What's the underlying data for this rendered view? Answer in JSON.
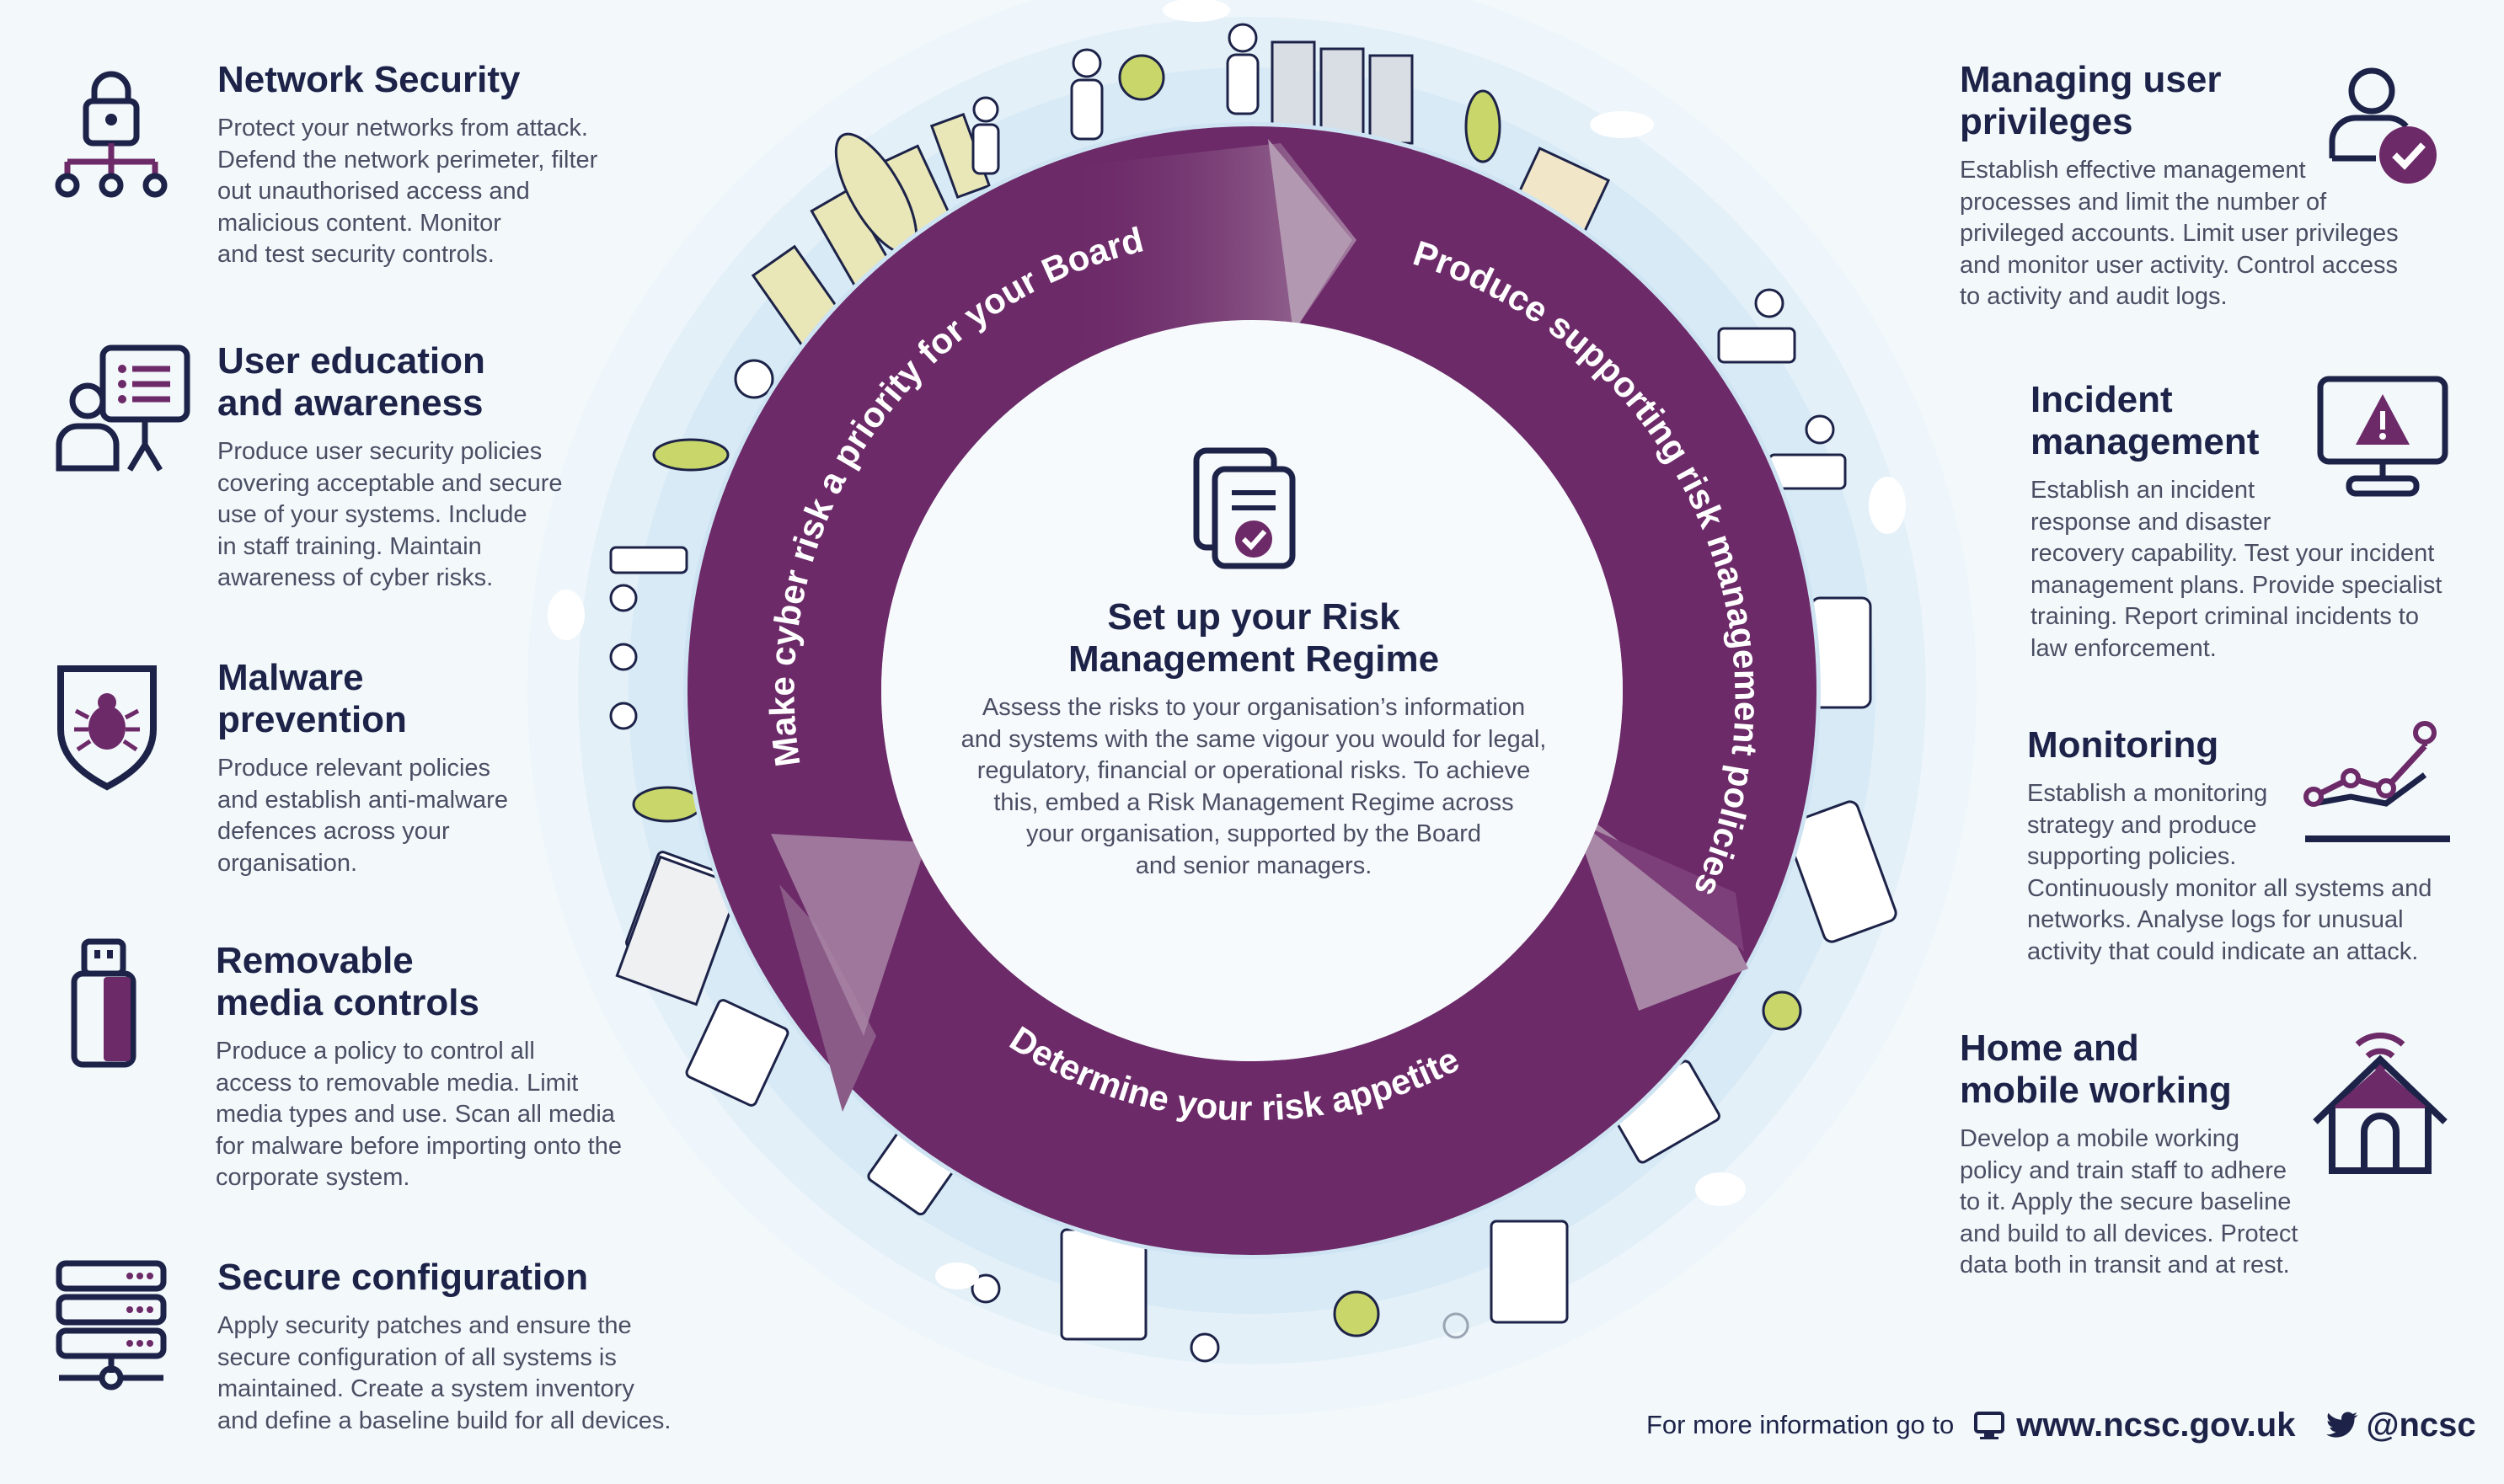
{
  "left_items": [
    {
      "title": "Network Security",
      "body": "Protect your networks from attack.\nDefend the network perimeter, filter\nout unauthorised access and\nmalicious content. Monitor\nand test security controls.",
      "icon": "network-lock-icon"
    },
    {
      "title": "User education\nand awareness",
      "body": "Produce user security policies\ncovering acceptable and secure\nuse of your systems. Include\nin staff training. Maintain\nawareness of cyber risks.",
      "icon": "presentation-user-icon"
    },
    {
      "title": "Malware\nprevention",
      "body": "Produce relevant policies\nand establish anti-malware\ndefences across your\norganisation.",
      "icon": "shield-bug-icon"
    },
    {
      "title": "Removable\nmedia controls",
      "body": "Produce a policy to control all\naccess to removable media. Limit\nmedia types and use. Scan all media\nfor malware before importing onto the\ncorporate system.",
      "icon": "usb-drive-icon"
    },
    {
      "title": "Secure configuration",
      "body": "Apply security patches and ensure the\nsecure configuration of all systems is\nmaintained. Create a system inventory\nand define a baseline build for all devices.",
      "icon": "server-stack-icon"
    }
  ],
  "right_items": [
    {
      "title": "Managing user\nprivileges",
      "body": "Establish effective management\nprocesses and limit the number of\nprivileged accounts. Limit user privileges\nand monitor user activity. Control access\nto activity and audit logs.",
      "icon": "user-check-icon"
    },
    {
      "title": "Incident\nmanagement",
      "body": "Establish an incident\nresponse and disaster\nrecovery capability. Test your incident\nmanagement plans. Provide specialist\ntraining. Report criminal incidents to\nlaw enforcement.",
      "icon": "monitor-warning-icon"
    },
    {
      "title": "Monitoring",
      "body": "Establish a monitoring\nstrategy and produce\nsupporting policies.\nContinuously monitor all systems and\nnetworks. Analyse logs for unusual\nactivity that could indicate an attack.",
      "icon": "line-graph-icon"
    },
    {
      "title": "Home and\nmobile working",
      "body": "Develop a mobile working\npolicy and train staff to adhere\nto it. Apply the secure baseline\nand build to all devices. Protect\ndata both in transit and at rest.",
      "icon": "home-wifi-icon"
    }
  ],
  "center": {
    "title": "Set up your Risk\nManagement Regime",
    "body": "Assess the risks to your organisation’s information\nand systems with the same vigour you would for legal,\nregulatory, financial or operational risks. To achieve\nthis, embed a Risk Management Regime across\nyour organisation, supported by the Board\nand senior managers.",
    "icon": "documents-check-icon"
  },
  "ring_labels": {
    "left": "Make cyber risk a priority for your Board",
    "right": "Produce supporting risk management policies",
    "bottom": "Determine your risk appetite"
  },
  "footer": {
    "lead": "For more information go to",
    "website": "www.ncsc.gov.uk",
    "twitter": "@ncsc",
    "icons": [
      "computer-icon",
      "twitter-bird-icon"
    ]
  },
  "colors": {
    "navy": "#1d2348",
    "purple": "#6c2a68",
    "purple_light": "#9a6c97",
    "text_grey": "#4a4e63",
    "background": "#f3f8fb"
  }
}
